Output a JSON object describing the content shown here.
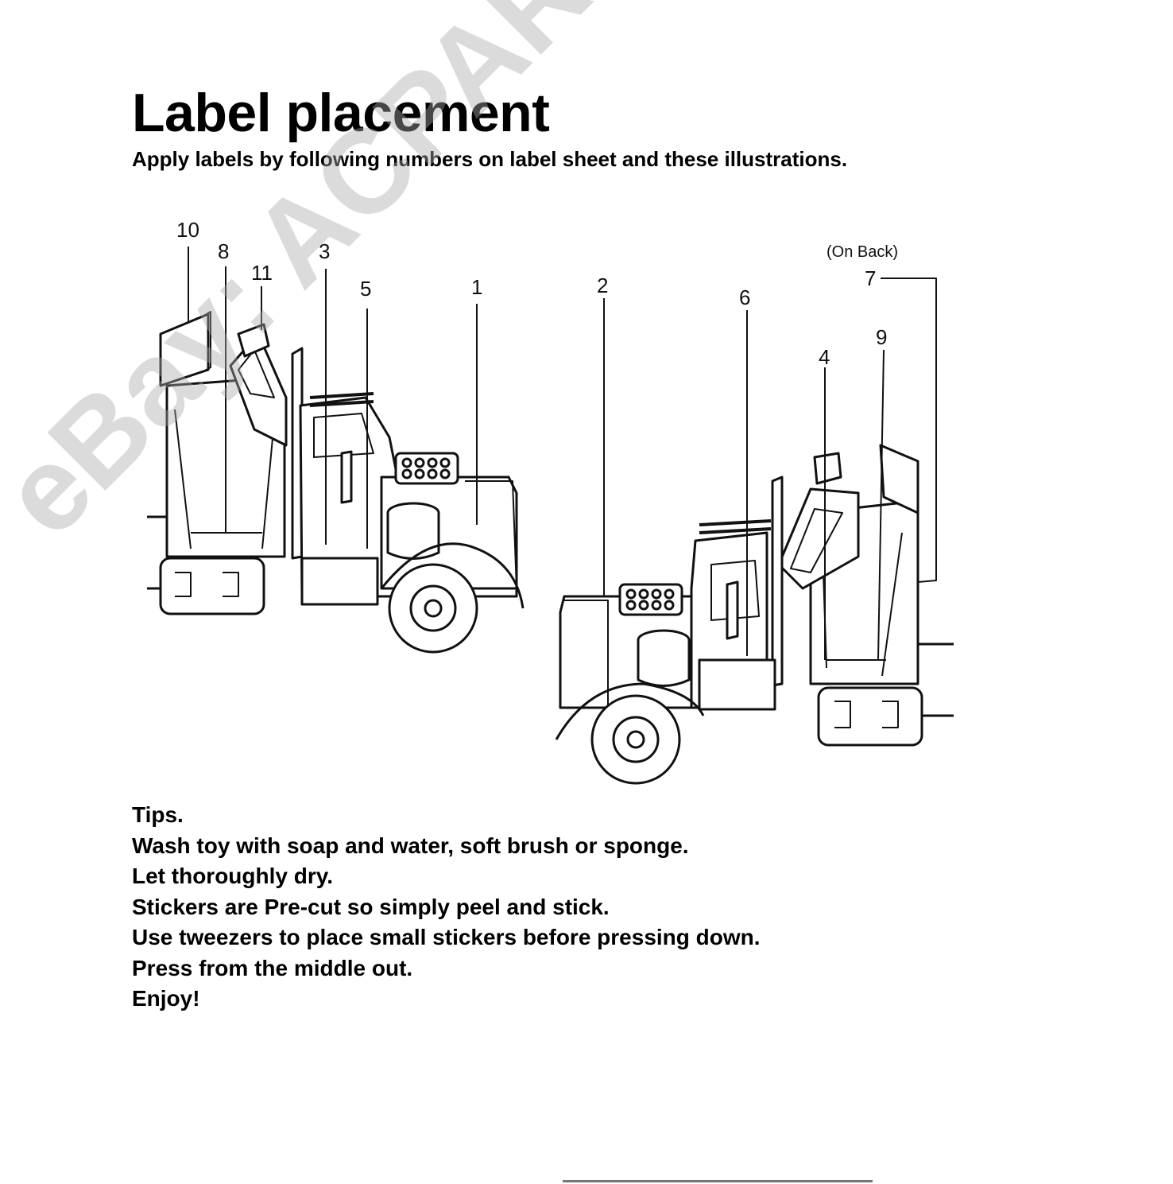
{
  "page": {
    "title": "Label placement",
    "subtitle": "Apply labels by following numbers on label sheet and these illustrations."
  },
  "illustration": {
    "left_truck_callouts": [
      "10",
      "8",
      "11",
      "3",
      "5",
      "1"
    ],
    "right_truck_callouts": [
      "2",
      "6",
      "4",
      "9",
      "7"
    ],
    "on_back_note": "(On Back)"
  },
  "tips": {
    "heading": "Tips.",
    "items": [
      "Wash toy with soap and water, soft brush or sponge.",
      "Let thoroughly dry.",
      "Stickers are Pre-cut so simply peel and stick.",
      "Use tweezers to place small stickers before pressing down.",
      "Press from the middle out.",
      "Enjoy!"
    ]
  },
  "watermark": {
    "text": "eBay: ACPARIS",
    "color": "#aaaaaa"
  }
}
